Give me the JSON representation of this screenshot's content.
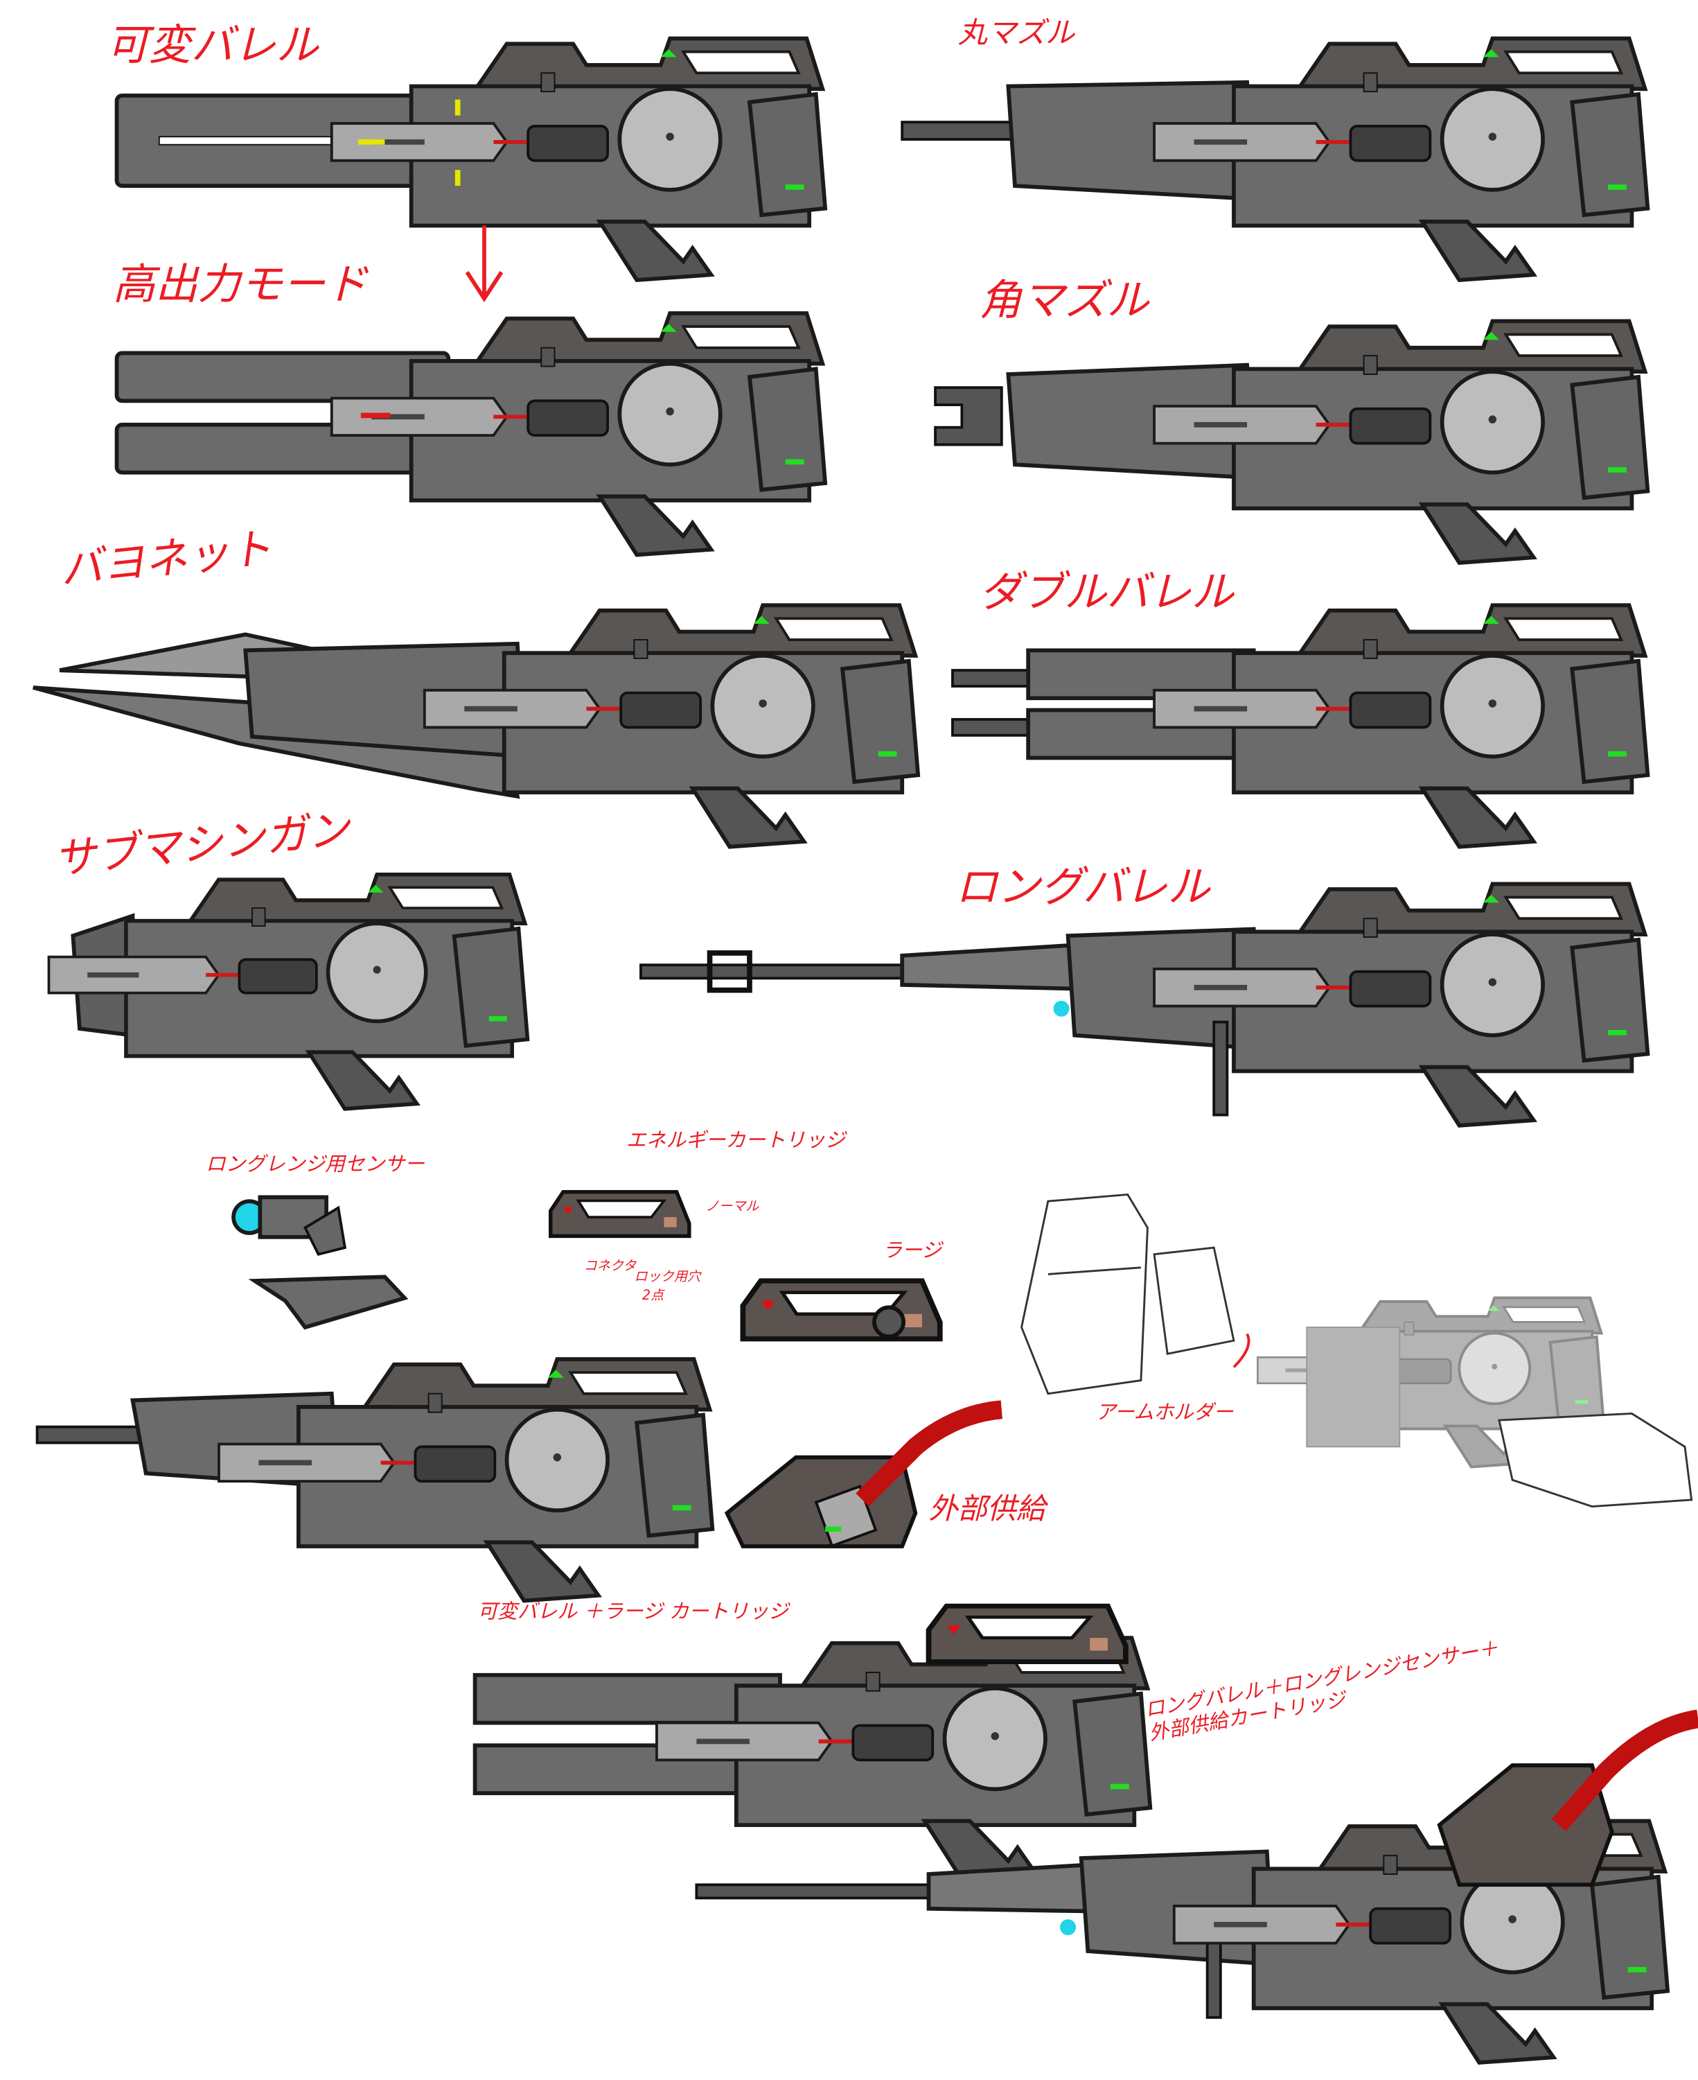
{
  "labels": {
    "variable_barrel": "可変バレル",
    "high_output_mode": "高出力モード",
    "bayonet": "バヨネット",
    "submachine_gun": "サブマシンガン",
    "round_muzzle": "丸マズル",
    "square_muzzle": "角マズル",
    "double_barrel": "ダブルバレル",
    "long_barrel": "ロングバレル",
    "long_range_sensor": "ロングレンジ用センサー",
    "energy_cartridge": "エネルギーカートリッジ",
    "normal": "ノーマル",
    "connector": "コネクタ",
    "lock_holes": "ロック用穴",
    "lock_holes_count": "2点",
    "large": "ラージ",
    "arm_holder": "アームホルダー",
    "external_supply": "外部供給",
    "variable_plus_large": "可変バレル ＋ラージ カートリッジ",
    "combo_long_barrel": "ロングバレル",
    "combo_plus1": "＋",
    "combo_sensor": "ロングレンジセンサー",
    "combo_plus2": "＋",
    "combo_external": "外部供給カートリッジ"
  },
  "colors": {
    "annotation": "#ec1c24",
    "body": "#6b6b6b",
    "cartridge": "#5a5350",
    "drum": "#bdbdbd",
    "indicator_green": "#22dd22",
    "sensor_cyan": "#22d4e8",
    "hose_red": "#c01010"
  }
}
